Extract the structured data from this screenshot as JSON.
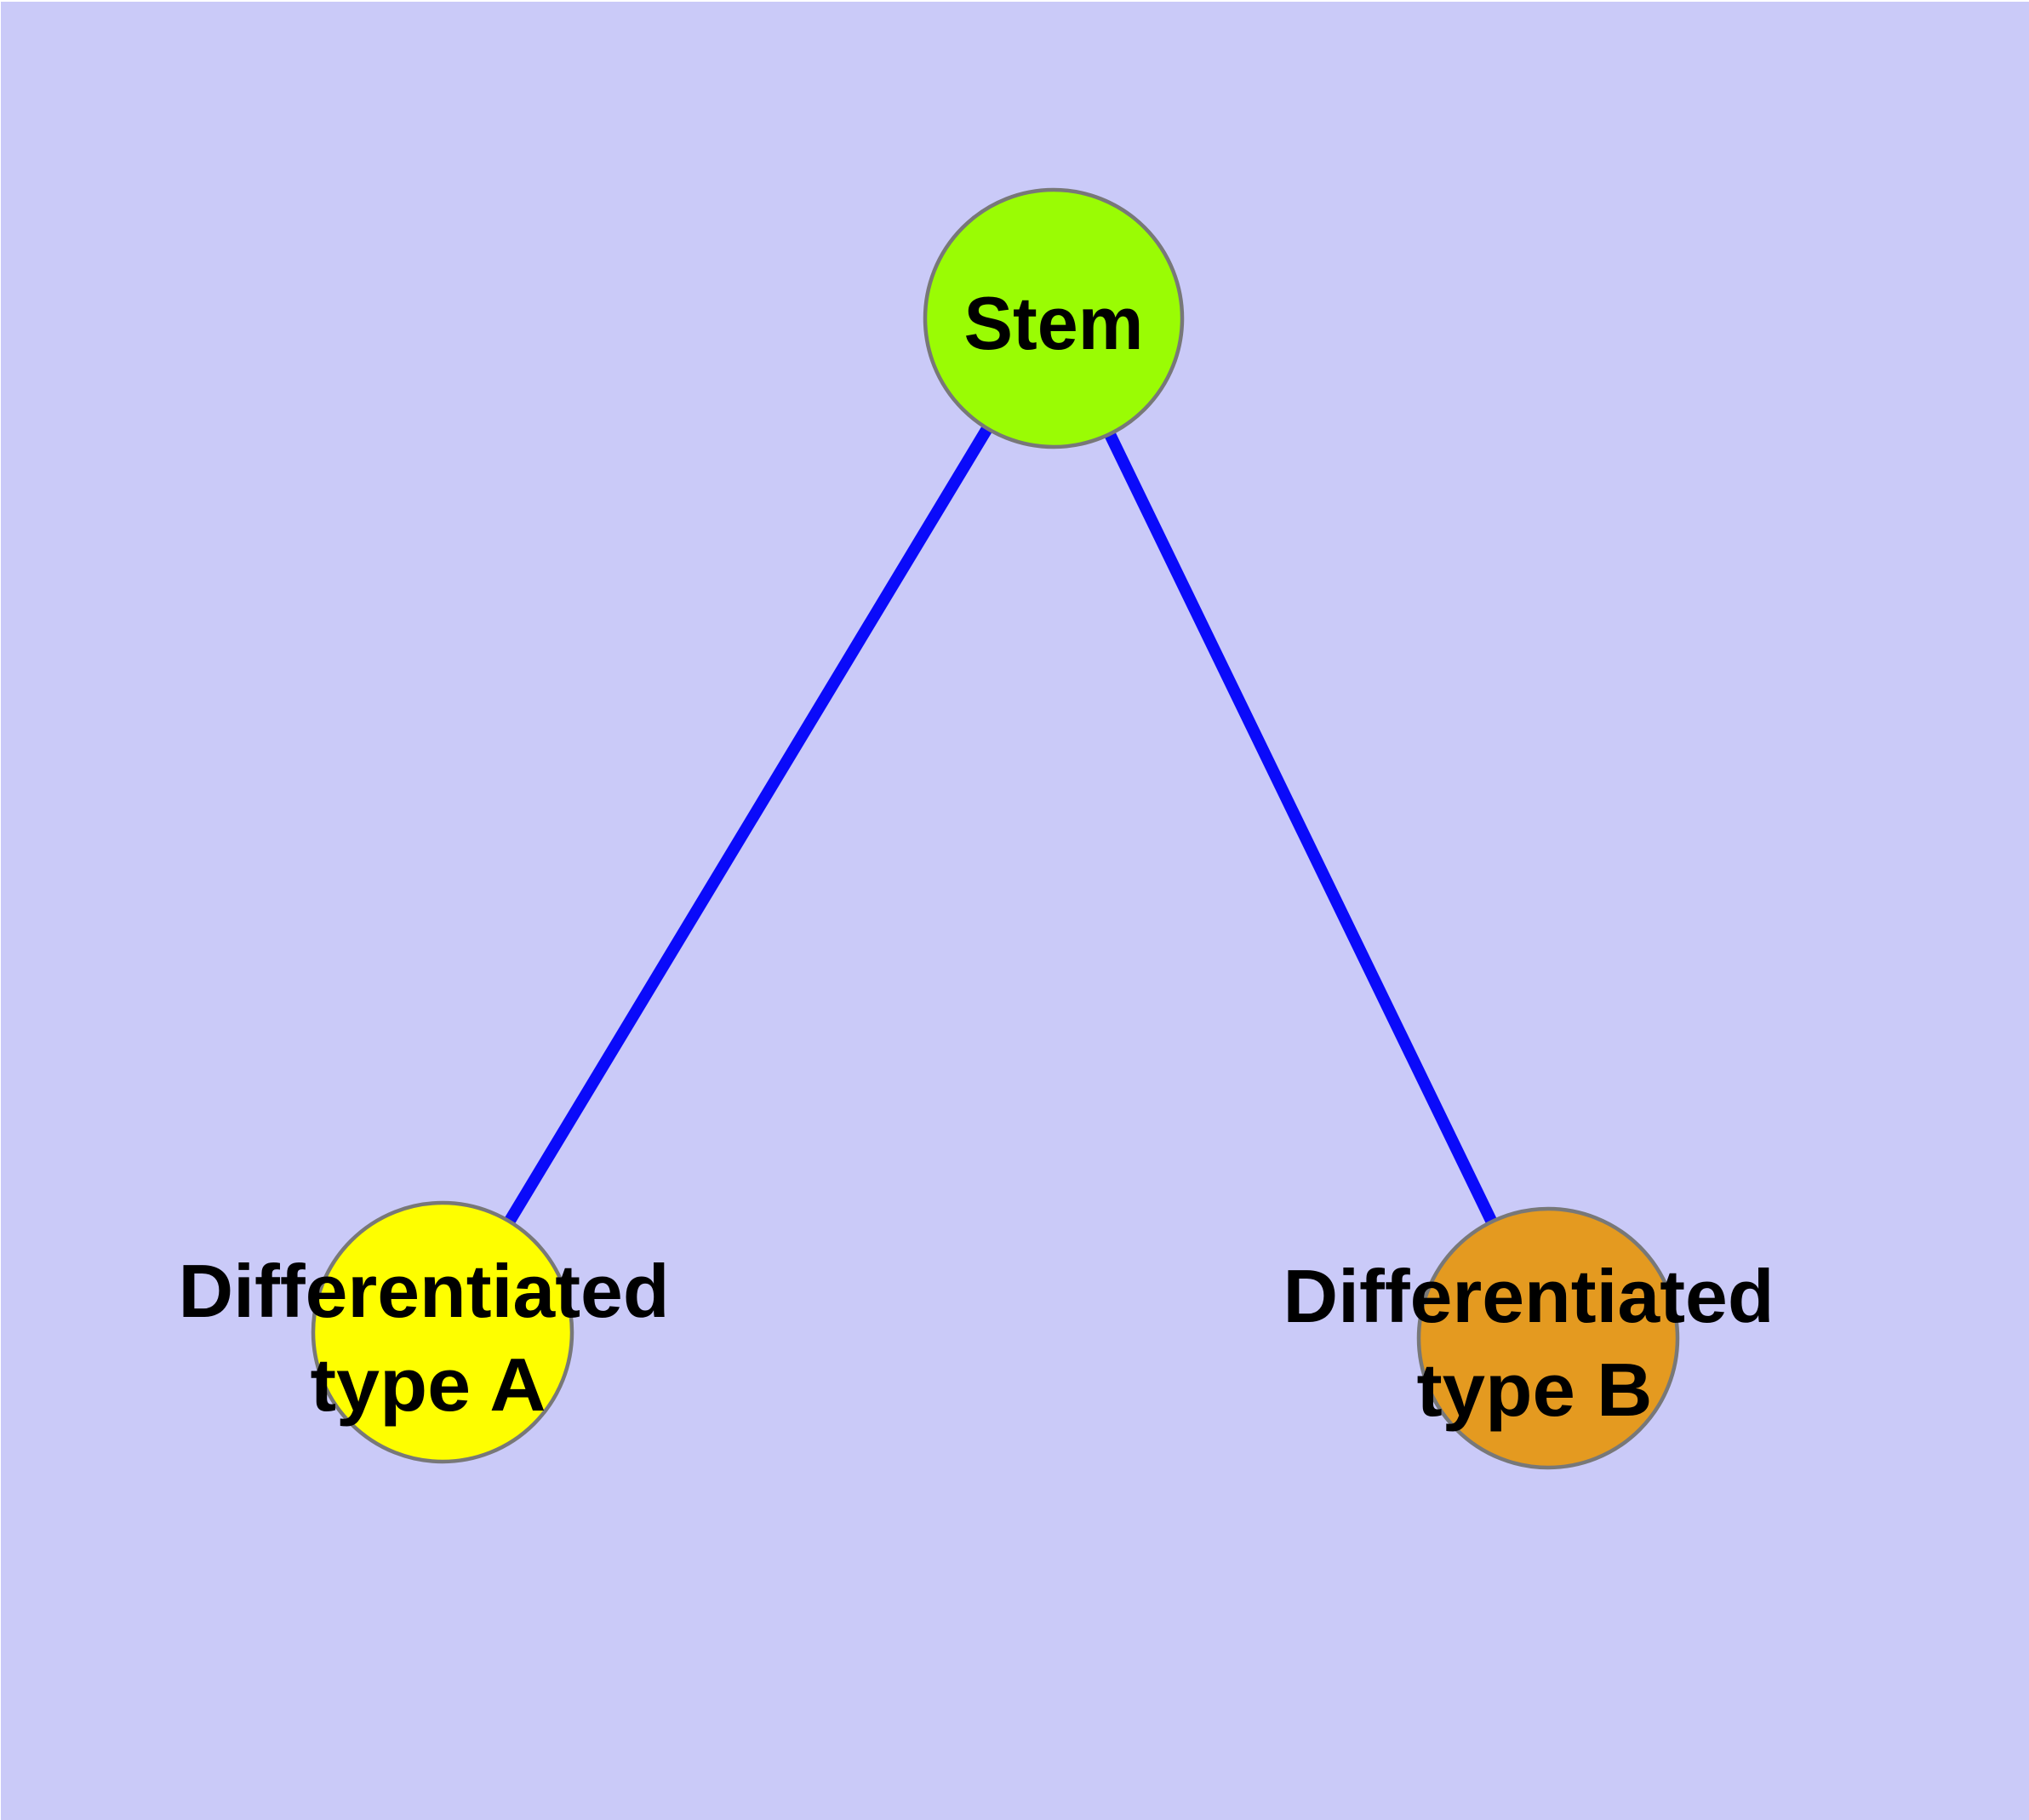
{
  "diagram": {
    "type": "node-link-graph",
    "colors": {
      "background": "#CACAF8",
      "edge": "#0A0AFA",
      "node_border": "#787878",
      "label_text": "#000000"
    },
    "nodes": [
      {
        "id": "stem",
        "label": "Stem",
        "fill": "#9AFC04"
      },
      {
        "id": "differentiated-type-a",
        "label_line1": "Differentiated",
        "label_line2": "type A",
        "fill": "#FEFE00"
      },
      {
        "id": "differentiated-type-b",
        "label_line1": "Differentiated",
        "label_line2": "type B",
        "fill": "#E49A20"
      }
    ],
    "edges": [
      {
        "from": "Stem",
        "to": "Differentiated type A"
      },
      {
        "from": "Stem",
        "to": "Differentiated type B"
      }
    ]
  }
}
